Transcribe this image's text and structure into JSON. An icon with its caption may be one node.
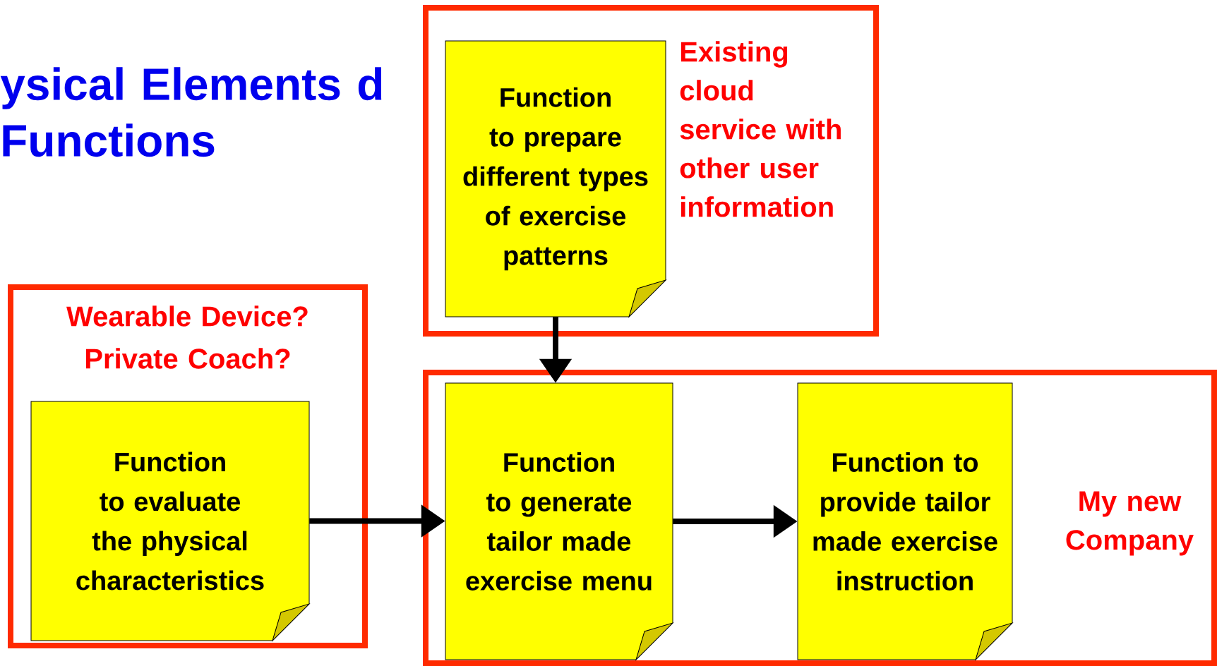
{
  "diagram": {
    "title": "ysical Elements d Functions",
    "nodes": [
      {
        "text": [
          "Existing cloud service with other user information"
        ]
      },
      {
        "text": [
          "Function to prepare different types of exercise patterns"
        ],
        "in": 0
      },
      {
        "text": [
          "Wearable Device?",
          "Private Coach?"
        ]
      },
      {
        "text": [
          "Function to evaluate the physical characteristics"
        ],
        "in": 2
      },
      {
        "text": [
          "My new Company"
        ]
      },
      {
        "text": [
          "Function to generate tailor made exercise menu"
        ],
        "in": 4
      },
      {
        "text": [
          "Function to provide tailor made exercise instruction"
        ],
        "in": 4
      }
    ],
    "edges": [
      {
        "from": 1,
        "to": 5,
        "arrow": "to"
      },
      {
        "from": 3,
        "to": 5,
        "arrow": "to"
      },
      {
        "from": 5,
        "to": 6,
        "arrow": "to"
      }
    ]
  }
}
